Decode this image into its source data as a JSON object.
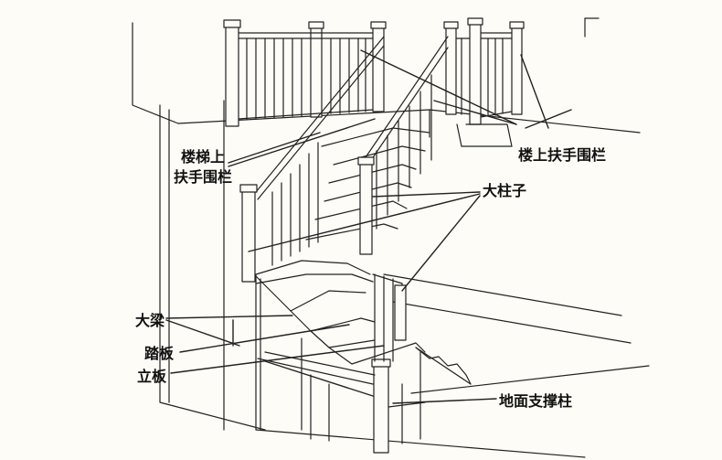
{
  "labels": {
    "stair_handrail_line1": "楼梯上",
    "stair_handrail_line2": "扶手围栏",
    "upper_handrail": "楼上扶手围栏",
    "main_post": "大柱子",
    "beam": "大梁",
    "tread": "踏板",
    "riser": "立板",
    "ground_support": "地面支撑柱"
  }
}
